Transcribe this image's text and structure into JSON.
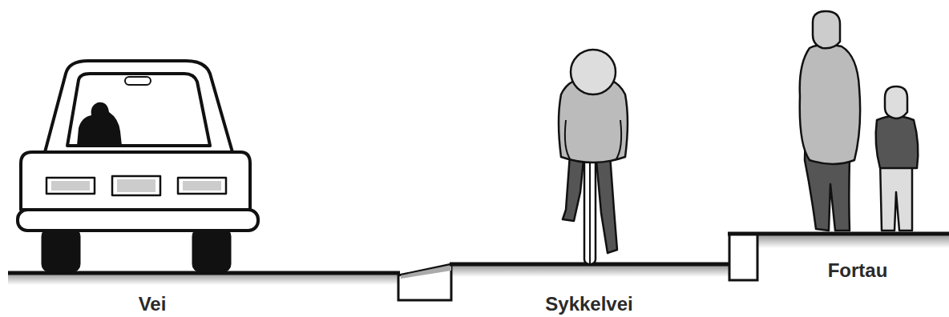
{
  "diagram": {
    "labels": [
      "Vei",
      "Sykkelvei",
      "Fortau"
    ]
  }
}
